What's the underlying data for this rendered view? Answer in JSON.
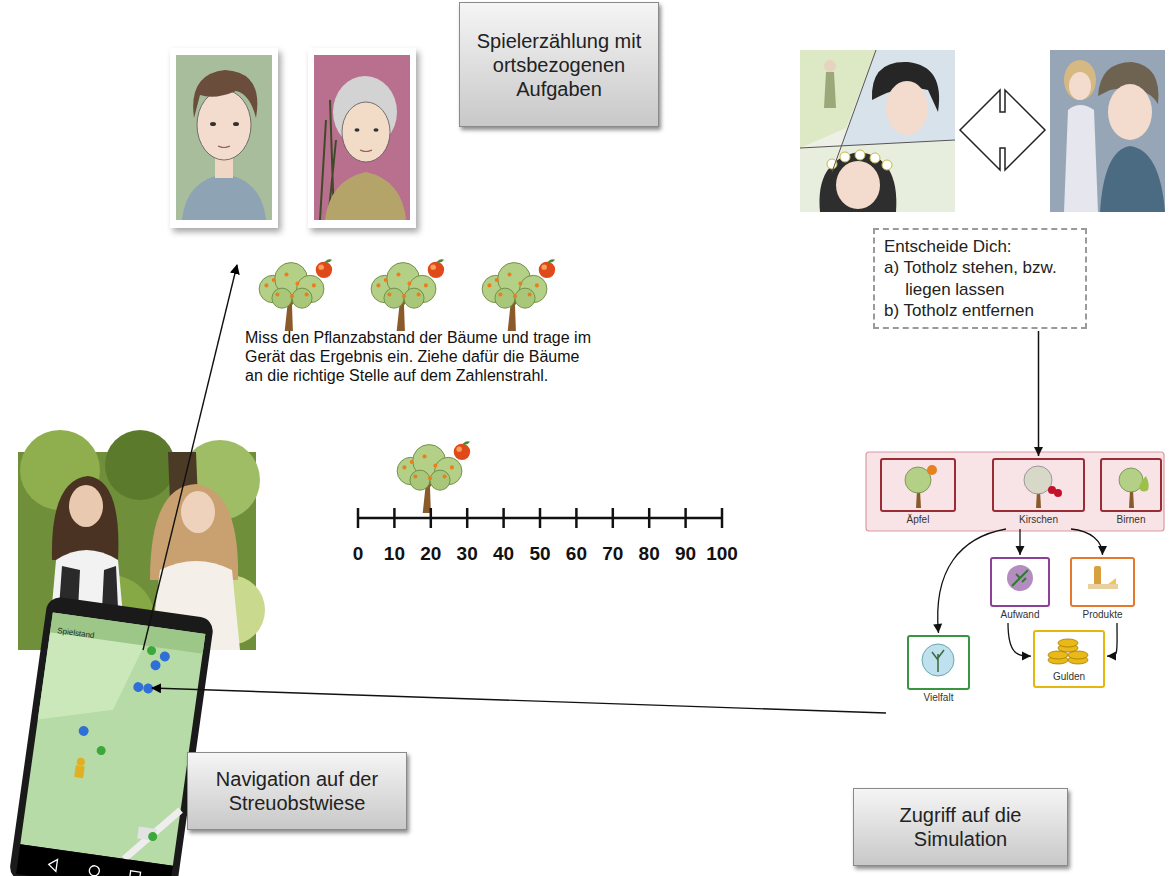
{
  "diagram": {
    "nodes": [
      {
        "text": [
          "Spielerzählung mit ortsbezogenen Aufgaben"
        ]
      },
      {
        "text": [
          "Entscheide Dich:",
          "a) Totholz stehen, bzw. liegen lassen",
          "b) Totholz entfernen"
        ]
      },
      {
        "text": [
          "Äpfel"
        ]
      },
      {
        "text": [
          "Kirschen"
        ]
      },
      {
        "text": [
          "Birnen"
        ]
      },
      {
        "text": [
          "Aufwand"
        ]
      },
      {
        "text": [
          "Produkte"
        ]
      },
      {
        "text": [
          "Vielfalt"
        ]
      },
      {
        "text": [
          "Gulden"
        ]
      },
      {
        "text": [
          "Navigation auf der Streuobstwiese"
        ]
      },
      {
        "text": [
          "Zugriff auf die Simulation"
        ]
      }
    ],
    "edges": [
      {
        "from": 1,
        "to": 3,
        "arrow": "to"
      },
      {
        "from": 3,
        "to": 7,
        "arrow": "to"
      },
      {
        "from": 3,
        "to": 5,
        "arrow": "to"
      },
      {
        "from": 3,
        "to": 6,
        "arrow": "to"
      },
      {
        "from": 5,
        "to": 8,
        "arrow": "to"
      },
      {
        "from": 6,
        "to": 8,
        "arrow": "to"
      }
    ],
    "labels": [
      "Miss den Pflanzabstand der Bäume und trage im Gerät das Ergebnis ein. Ziehe dafür die Bäume an die richtige Stelle auf dem Zahlenstrahl.",
      "0",
      "10",
      "20",
      "30",
      "40",
      "50",
      "60",
      "70",
      "80",
      "90",
      "100",
      "Spielstand"
    ]
  }
}
